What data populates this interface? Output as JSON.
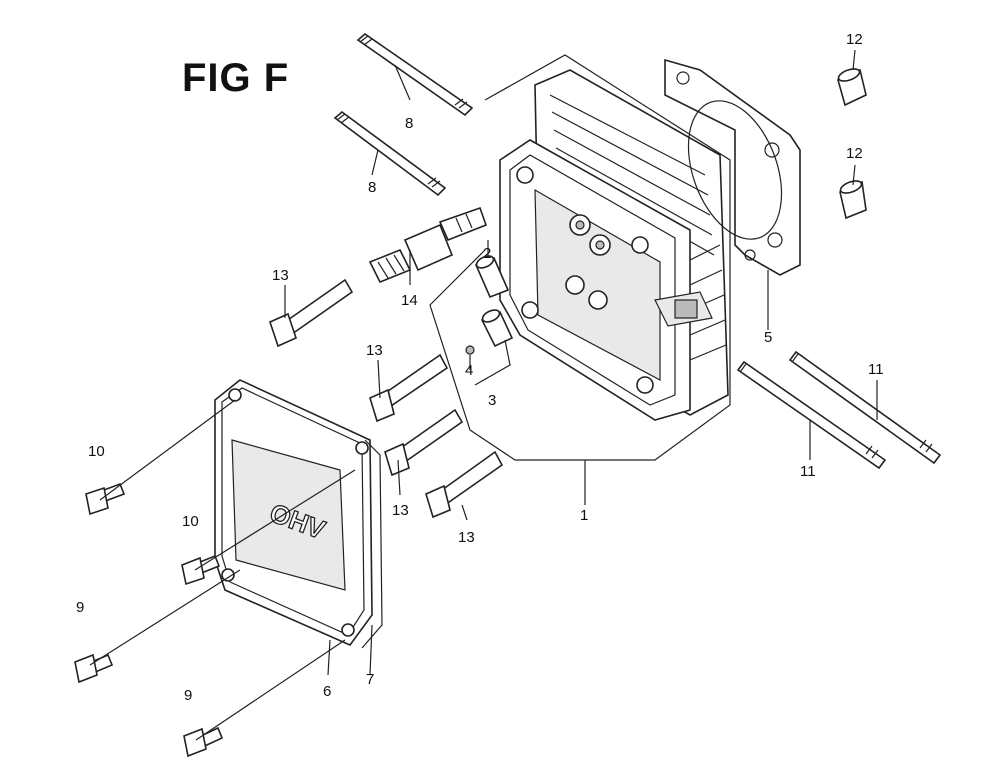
{
  "title": "FIG F",
  "cover_lettering": "OHV",
  "callouts": [
    {
      "id": "c1",
      "label": "1"
    },
    {
      "id": "c2",
      "label": "2"
    },
    {
      "id": "c3",
      "label": "3"
    },
    {
      "id": "c4",
      "label": "4"
    },
    {
      "id": "c5",
      "label": "5"
    },
    {
      "id": "c6",
      "label": "6"
    },
    {
      "id": "c7",
      "label": "7"
    },
    {
      "id": "c8a",
      "label": "8"
    },
    {
      "id": "c8b",
      "label": "8"
    },
    {
      "id": "c9a",
      "label": "9"
    },
    {
      "id": "c9b",
      "label": "9"
    },
    {
      "id": "c10a",
      "label": "10"
    },
    {
      "id": "c10b",
      "label": "10"
    },
    {
      "id": "c11a",
      "label": "11"
    },
    {
      "id": "c11b",
      "label": "11"
    },
    {
      "id": "c12a",
      "label": "12"
    },
    {
      "id": "c12b",
      "label": "12"
    },
    {
      "id": "c13a",
      "label": "13"
    },
    {
      "id": "c13b",
      "label": "13"
    },
    {
      "id": "c13c",
      "label": "13"
    },
    {
      "id": "c13d",
      "label": "13"
    },
    {
      "id": "c14",
      "label": "14"
    }
  ]
}
